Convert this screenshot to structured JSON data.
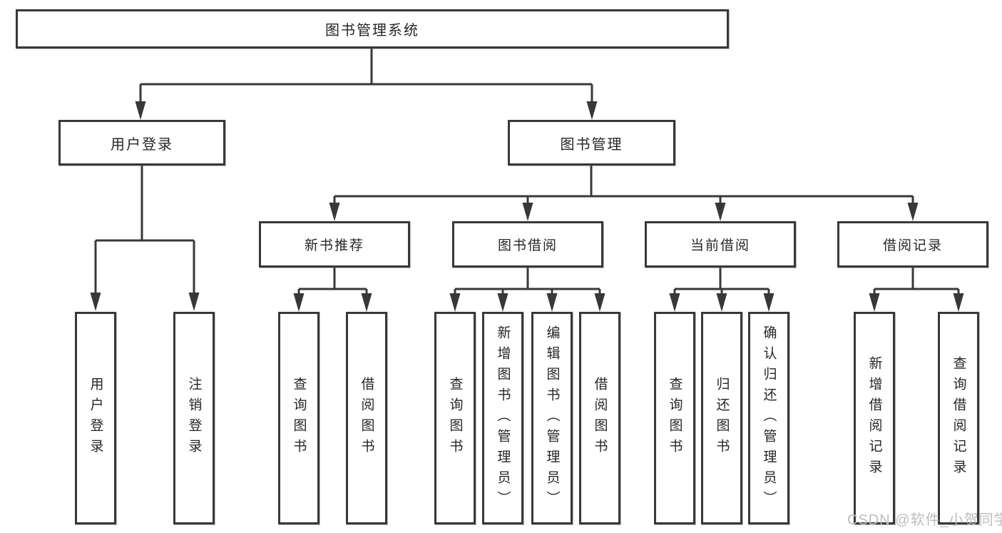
{
  "diagram": {
    "root_label": "图书管理系统",
    "level2": [
      {
        "label": "用户登录",
        "children": [
          "用户登录",
          "注销登录"
        ]
      },
      {
        "label": "图书管理",
        "sections": [
          {
            "label": "新书推荐",
            "children": [
              "查询图书",
              "借阅图书"
            ]
          },
          {
            "label": "图书借阅",
            "children": [
              "查询图书",
              "新增图书（管理员）",
              "编辑图书（管理员）",
              "借阅图书"
            ]
          },
          {
            "label": "当前借阅",
            "children": [
              "查询图书",
              "归还图书",
              "确认归还（管理员）"
            ]
          },
          {
            "label": "借阅记录",
            "children": [
              "新增借阅记录",
              "查询借阅记录"
            ]
          }
        ]
      }
    ]
  },
  "watermark": {
    "text": "CSDN @软件_小贺同学"
  },
  "colors": {
    "line": "#383838",
    "box_border": "#383838",
    "box_fill": "#ffffff",
    "text": "#262626",
    "watermark": "#bdbdbd",
    "background": "#ffffff"
  }
}
